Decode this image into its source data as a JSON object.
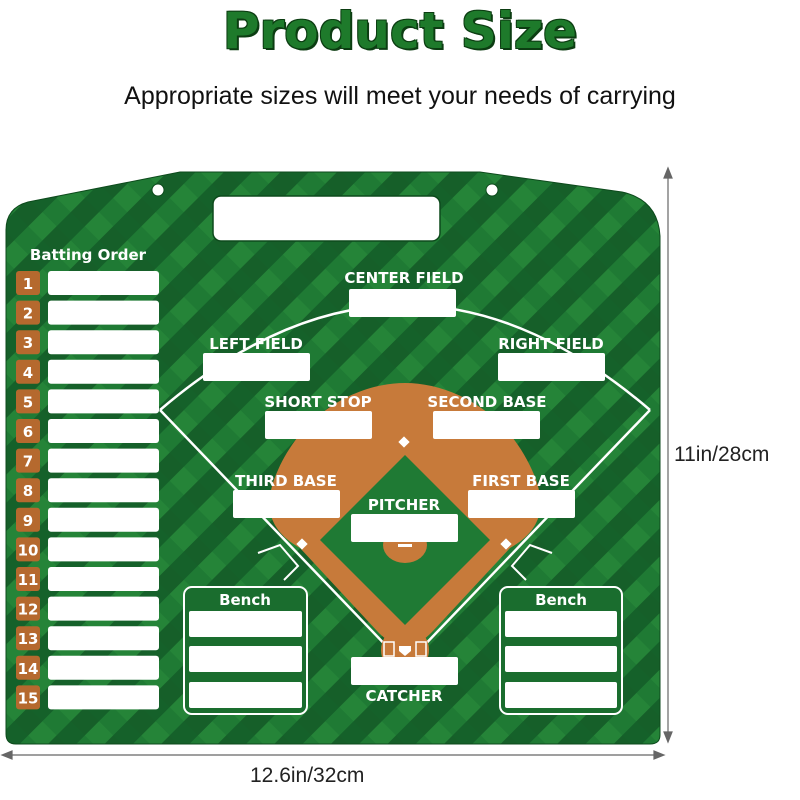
{
  "header": {
    "title": "Product Size",
    "subtitle": "Appropriate sizes will meet your needs of carrying"
  },
  "dimensions": {
    "height_label": "11in/28cm",
    "width_label": "12.6in/32cm"
  },
  "board": {
    "batting_order_title": "Batting Order",
    "batting_numbers": [
      "1",
      "2",
      "3",
      "4",
      "5",
      "6",
      "7",
      "8",
      "9",
      "10",
      "11",
      "12",
      "13",
      "14",
      "15"
    ],
    "positions": {
      "center_field": "CENTER FIELD",
      "left_field": "LEFT FIELD",
      "right_field": "RIGHT FIELD",
      "short_stop": "SHORT STOP",
      "second_base": "SECOND BASE",
      "third_base": "THIRD BASE",
      "first_base": "FIRST BASE",
      "pitcher": "PITCHER",
      "catcher": "CATCHER"
    },
    "bench_left": "Bench",
    "bench_right": "Bench"
  },
  "colors": {
    "title_green": "#1e7a2b",
    "board_green_dark": "#14622a",
    "board_green_light": "#2e8f3f",
    "infield_dirt": "#c77a3a",
    "number_badge": "#b5692e"
  }
}
